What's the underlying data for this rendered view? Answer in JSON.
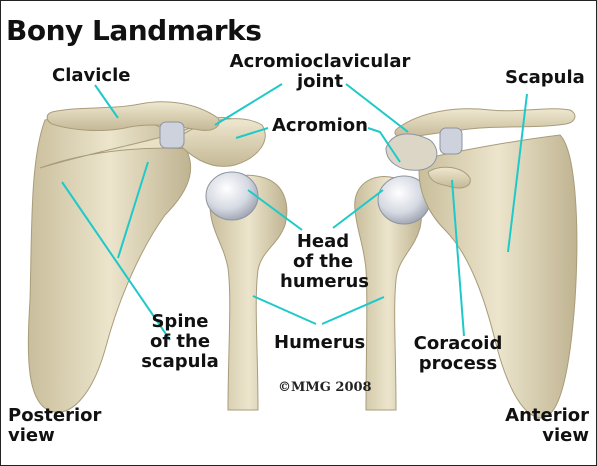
{
  "title": "Bony Landmarks",
  "labels": {
    "clavicle": "Clavicle",
    "ac_joint_1": "Acromioclavicular",
    "ac_joint_2": "joint",
    "acromion": "Acromion",
    "scapula": "Scapula",
    "head_1": "Head",
    "head_2": "of the",
    "head_3": "humerus",
    "humerus": "Humerus",
    "spine_1": "Spine",
    "spine_2": "of the",
    "spine_3": "scapula",
    "coracoid_1": "Coracoid",
    "coracoid_2": "process",
    "posterior_1": "Posterior",
    "posterior_2": "view",
    "anterior_1": "Anterior",
    "anterior_2": "view"
  },
  "copyright": "©MMG 2008",
  "colors": {
    "leader_line": "#1fc9c9",
    "bone": "#e7dfc4",
    "bone_shadow": "#b9ad8c",
    "cartilage": "#d9dde6",
    "border": "#222222"
  }
}
